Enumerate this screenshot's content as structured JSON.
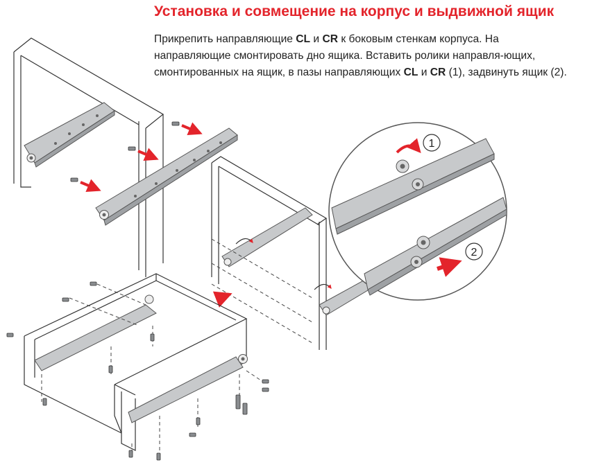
{
  "title": "Установка и совмещение на корпус и выдвижной ящик",
  "instructions": {
    "p1": "Прикрепить направляющие ",
    "cl1": "CL",
    "p2": " и ",
    "cr1": "CR",
    "p3": " к боковым стенкам корпуса. На направляющие смонтировать дно ящика. Вставить ролики направля-ющих, смонтированных на ящик, в пазы направляющих ",
    "cl2": "CL",
    "p4": " и ",
    "cr2": "CR",
    "p5": " (1), задвинуть ящик (2)."
  },
  "steps": {
    "step1": "1",
    "step2": "2"
  },
  "colors": {
    "title": "#e3242b",
    "arrow": "#e3242b",
    "rail": "#c7c9cb"
  }
}
